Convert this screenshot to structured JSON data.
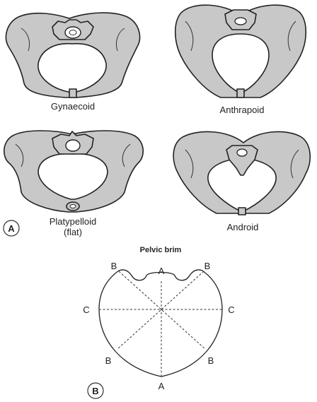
{
  "panel_a": {
    "badge": "A",
    "shapes": [
      {
        "id": "gynaecoid",
        "label_lines": [
          "Gynaecoid"
        ]
      },
      {
        "id": "anthrapoid",
        "label_lines": [
          "Anthrapoid"
        ]
      },
      {
        "id": "platypelloid",
        "label_lines": [
          "Platypelloid",
          "(flat)"
        ]
      },
      {
        "id": "android",
        "label_lines": [
          "Android"
        ]
      }
    ]
  },
  "panel_b": {
    "badge": "B",
    "title": "Pelvic brim",
    "letters": {
      "top_a": "A",
      "bottom_a": "A",
      "left_c": "C",
      "right_c": "C",
      "top_left_b": "B",
      "top_right_b": "B",
      "bottom_left_b": "B",
      "bottom_right_b": "B"
    }
  }
}
